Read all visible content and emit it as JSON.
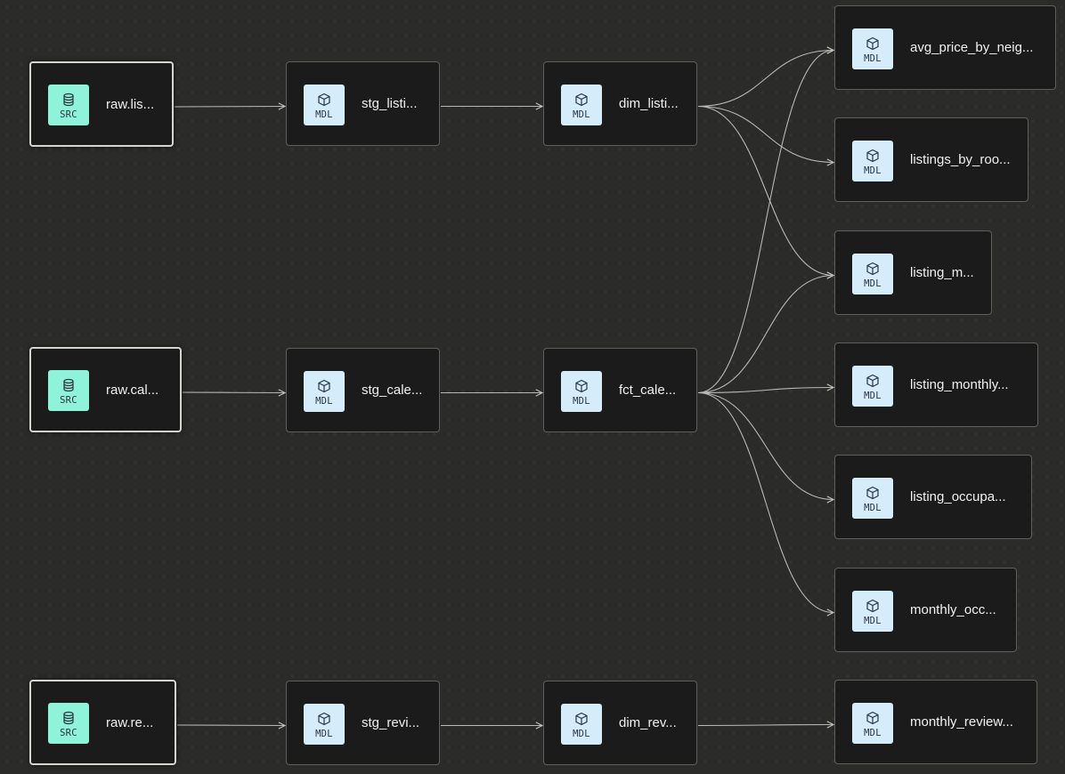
{
  "badges": {
    "source": "SRC",
    "model": "MDL"
  },
  "nodes": [
    {
      "id": "raw_listings",
      "kind": "source",
      "label": "raw.lis..."
    },
    {
      "id": "stg_listings",
      "kind": "model",
      "label": "stg_listi..."
    },
    {
      "id": "dim_listings",
      "kind": "model",
      "label": "dim_listi..."
    },
    {
      "id": "avg_price_by_neighbourhood",
      "kind": "model",
      "label": "avg_price_by_neig..."
    },
    {
      "id": "listings_by_room_type",
      "kind": "model",
      "label": "listings_by_roo..."
    },
    {
      "id": "listing_metrics",
      "kind": "model",
      "label": "listing_m..."
    },
    {
      "id": "raw_calendar",
      "kind": "source",
      "label": "raw.cal..."
    },
    {
      "id": "stg_calendar",
      "kind": "model",
      "label": "stg_cale..."
    },
    {
      "id": "fct_calendar",
      "kind": "model",
      "label": "fct_cale..."
    },
    {
      "id": "listing_monthly",
      "kind": "model",
      "label": "listing_monthly..."
    },
    {
      "id": "listing_occupancy",
      "kind": "model",
      "label": "listing_occupa..."
    },
    {
      "id": "monthly_occupancy",
      "kind": "model",
      "label": "monthly_occ..."
    },
    {
      "id": "raw_reviews",
      "kind": "source",
      "label": "raw.re..."
    },
    {
      "id": "stg_reviews",
      "kind": "model",
      "label": "stg_revi..."
    },
    {
      "id": "dim_reviews",
      "kind": "model",
      "label": "dim_rev..."
    },
    {
      "id": "monthly_reviews",
      "kind": "model",
      "label": "monthly_review..."
    }
  ],
  "edges": [
    [
      "raw_listings",
      "stg_listings"
    ],
    [
      "stg_listings",
      "dim_listings"
    ],
    [
      "dim_listings",
      "avg_price_by_neighbourhood"
    ],
    [
      "dim_listings",
      "listings_by_room_type"
    ],
    [
      "dim_listings",
      "listing_metrics"
    ],
    [
      "raw_calendar",
      "stg_calendar"
    ],
    [
      "stg_calendar",
      "fct_calendar"
    ],
    [
      "fct_calendar",
      "avg_price_by_neighbourhood"
    ],
    [
      "fct_calendar",
      "listing_metrics"
    ],
    [
      "fct_calendar",
      "listing_monthly"
    ],
    [
      "fct_calendar",
      "listing_occupancy"
    ],
    [
      "fct_calendar",
      "monthly_occupancy"
    ],
    [
      "raw_reviews",
      "stg_reviews"
    ],
    [
      "stg_reviews",
      "dim_reviews"
    ],
    [
      "dim_reviews",
      "monthly_reviews"
    ]
  ]
}
